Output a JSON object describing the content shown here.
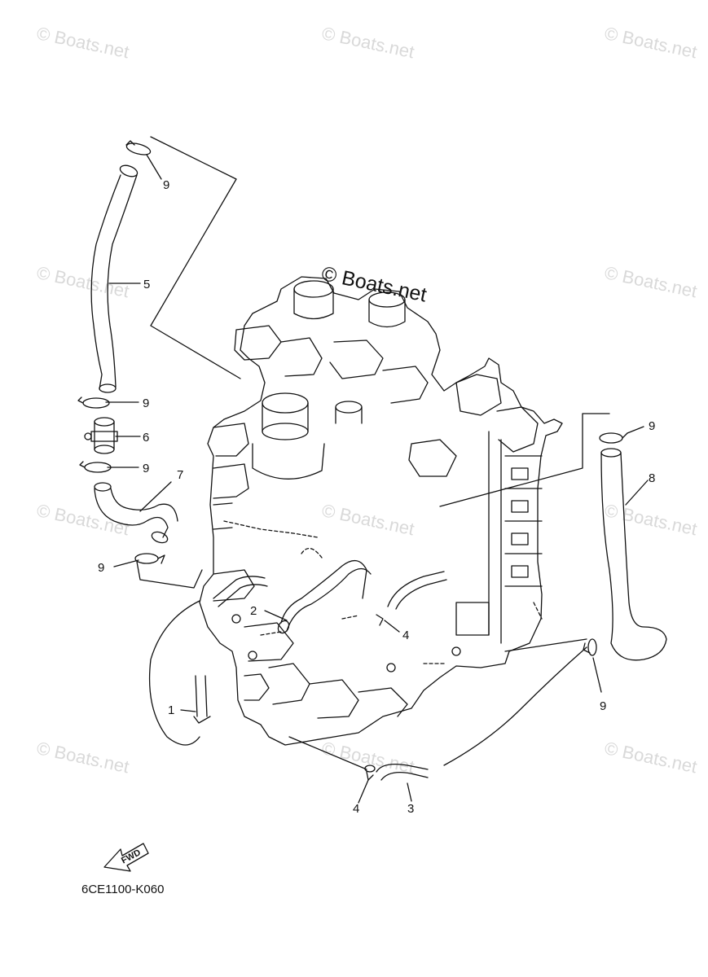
{
  "watermark": "© Boats.net",
  "center_watermark": "© Boats.net",
  "diagram_code": "6CE1100-K060",
  "fwd_label": "FWD",
  "callouts": {
    "c9a": "9",
    "c5": "5",
    "c9b": "9",
    "c6": "6",
    "c9c": "9",
    "c7": "7",
    "c9d": "9",
    "c2": "2",
    "c4a": "4",
    "c1": "1",
    "c4b": "4",
    "c3": "3",
    "c9e": "9",
    "c8": "8",
    "c9f": "9"
  }
}
